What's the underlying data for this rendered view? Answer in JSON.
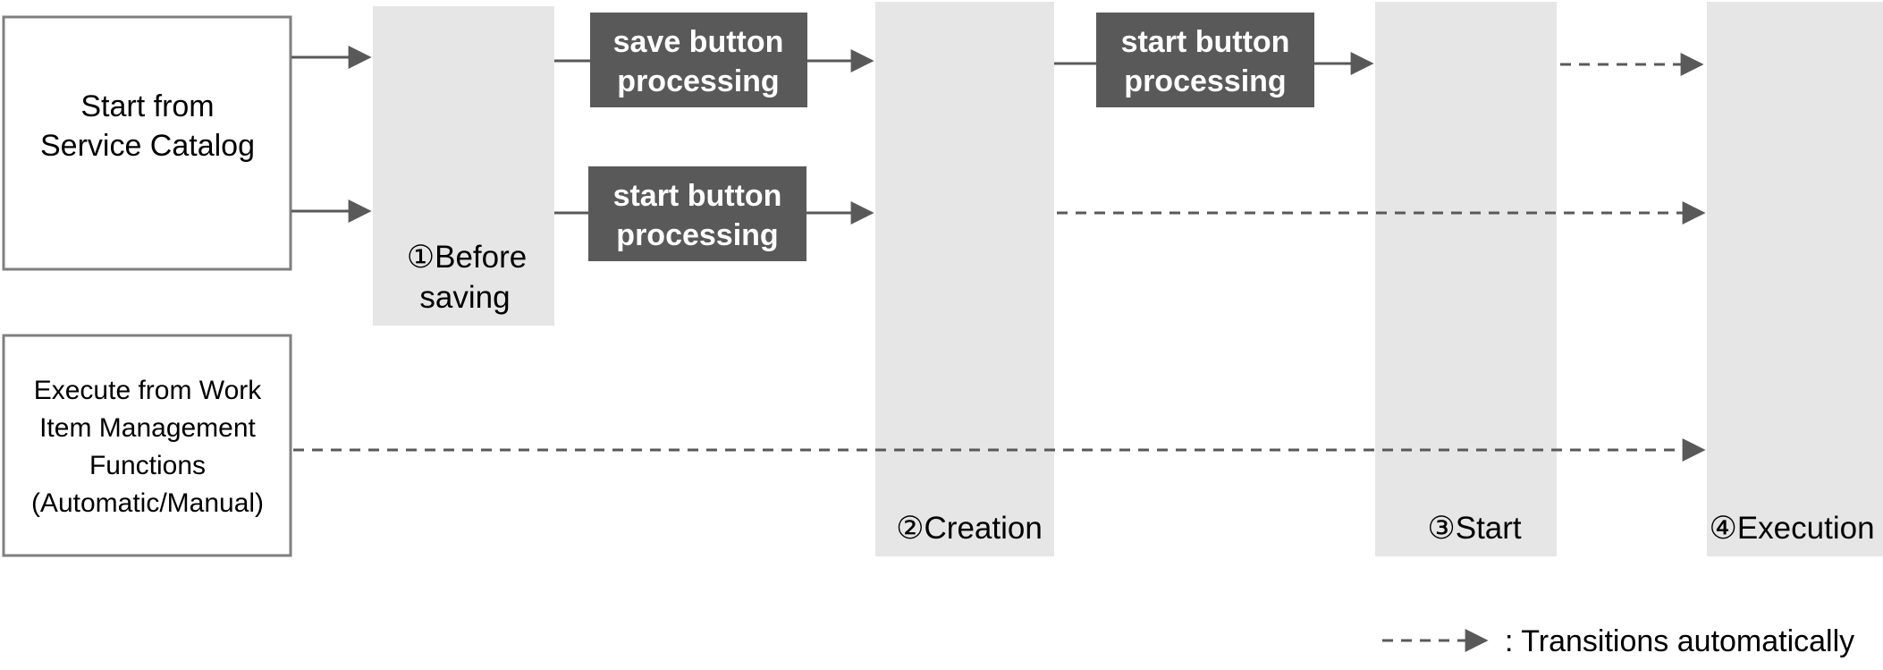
{
  "colors": {
    "stage_fill": "#e6e6e6",
    "process_fill": "#595959",
    "process_text": "#ffffff",
    "arrow": "#595959",
    "source_border": "#7f7f7f"
  },
  "sources": {
    "service_catalog": {
      "line1": "Start from",
      "line2": "Service Catalog"
    },
    "work_item": {
      "line1": "Execute from Work",
      "line2": "Item Management",
      "line3": "Functions",
      "line4": "(Automatic/Manual)"
    }
  },
  "stages": {
    "before_saving": {
      "line1": "①Before",
      "line2": "saving"
    },
    "creation": {
      "label": "②Creation"
    },
    "start": {
      "label": "③Start"
    },
    "execution": {
      "label": "④Execution"
    }
  },
  "processes": {
    "save_button": {
      "line1": "save button",
      "line2": "processing"
    },
    "start_button_top": {
      "line1": "start button",
      "line2": "processing"
    },
    "start_button_mid": {
      "line1": "start button",
      "line2": "processing"
    }
  },
  "legend": {
    "label": ": Transitions automatically"
  }
}
